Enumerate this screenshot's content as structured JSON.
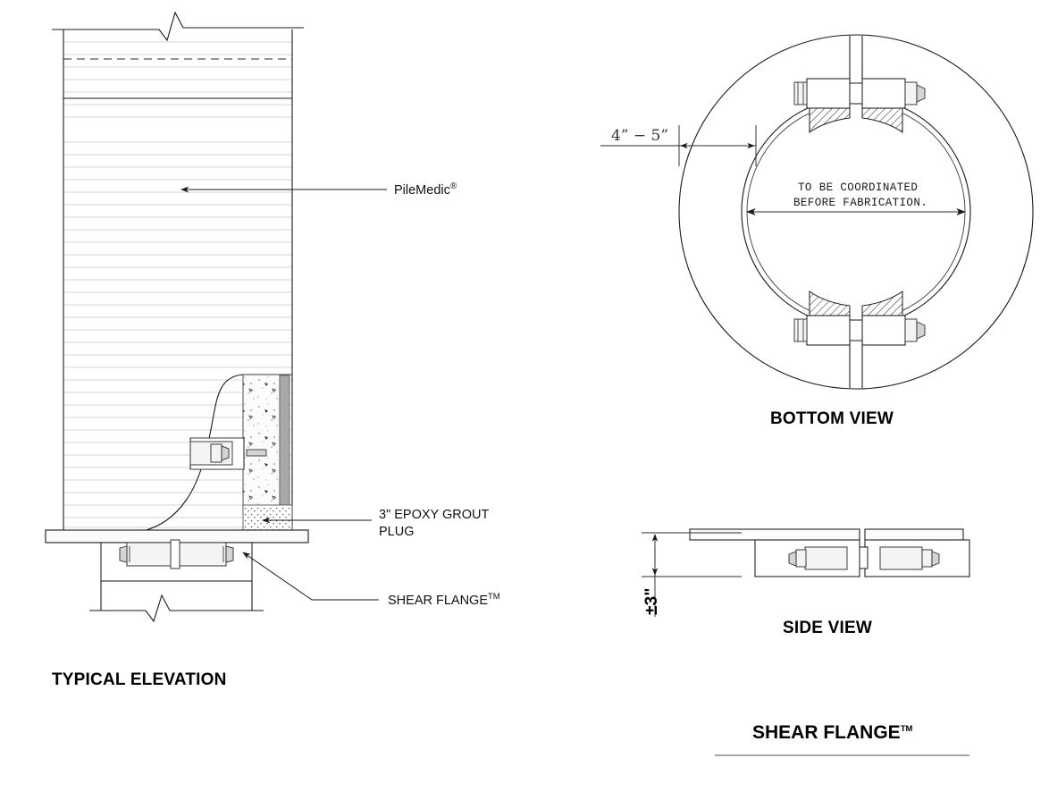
{
  "sheet": {
    "main_title": "SHEAR FLANGE",
    "main_title_tm": "TM"
  },
  "views": {
    "elevation": {
      "title": "TYPICAL ELEVATION",
      "labels": {
        "pilemedic": "PileMedic",
        "pilemedic_mark": "®",
        "grout_line1": "3\" EPOXY  GROUT",
        "grout_line2": "PLUG",
        "shear_flange": "SHEAR FLANGE",
        "shear_flange_tm": "TM"
      }
    },
    "bottom": {
      "title": "BOTTOM VIEW",
      "annotations": {
        "gap_dim": "4” − 5”",
        "diameter_note_line1": "TO  BE  COORDINATED",
        "diameter_note_line2": "BEFORE  FABRICATION."
      }
    },
    "side": {
      "title": "SIDE VIEW",
      "annotations": {
        "thickness_dim": "±3\""
      }
    }
  },
  "colors": {
    "line": "#1a1a1a",
    "hatch": "#c9c9c9",
    "jacket": "#a8a8a8",
    "nut": "#d4d4d4",
    "background": "#ffffff"
  }
}
